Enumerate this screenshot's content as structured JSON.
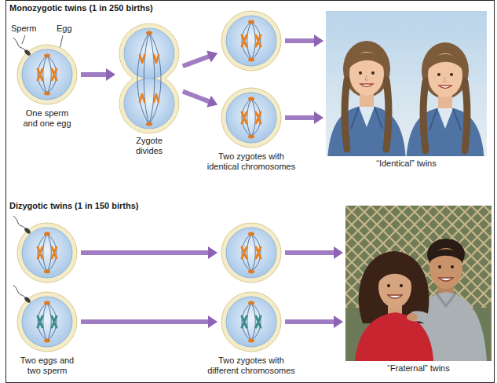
{
  "diagram": {
    "nodes": [
      {
        "text": [
          "One sperm and one egg"
        ]
      },
      {
        "text": [
          "Zygote divides"
        ]
      },
      {
        "text": [
          "Two zygotes with identical chromosomes"
        ]
      },
      {
        "text": [
          "“Identical” twins"
        ]
      },
      {
        "text": [
          "Two eggs and two sperm"
        ]
      },
      {
        "text": [
          "Two zygotes with different chromosomes"
        ]
      },
      {
        "text": [
          "“Fraternal” twins"
        ]
      }
    ],
    "edges": [
      {
        "from": 0,
        "to": 1,
        "arrow": "to"
      },
      {
        "from": 1,
        "to": 2,
        "arrow": "to"
      },
      {
        "from": 2,
        "to": 3,
        "arrow": "to"
      },
      {
        "from": 4,
        "to": 5,
        "arrow": "to"
      },
      {
        "from": 5,
        "to": 6,
        "arrow": "to"
      }
    ],
    "labels": [
      "Monozygotic twins (1 in 250 births)",
      "Sperm",
      "Egg",
      "Dizygotic twins (1 in 150 births)"
    ]
  }
}
